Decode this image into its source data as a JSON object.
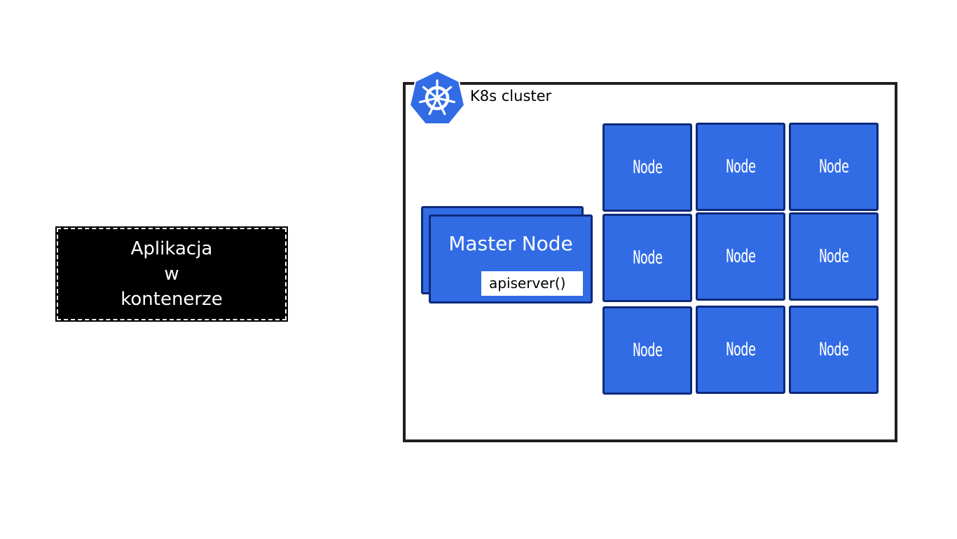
{
  "app_box": {
    "lines": [
      "Aplikacja",
      "w",
      "kontenerze"
    ]
  },
  "cluster": {
    "label": "K8s cluster",
    "logo_icon": "kubernetes-helm-wheel-icon",
    "master": {
      "title": "Master Node",
      "component": "apiserver()"
    },
    "nodes": [
      {
        "label": "Node"
      },
      {
        "label": "Node"
      },
      {
        "label": "Node"
      },
      {
        "label": "Node"
      },
      {
        "label": "Node"
      },
      {
        "label": "Node"
      },
      {
        "label": "Node"
      },
      {
        "label": "Node"
      },
      {
        "label": "Node"
      }
    ]
  },
  "colors": {
    "node_fill": "#326ce5",
    "node_border": "#0c2a7a",
    "frame": "#231f20",
    "app_box_fill": "#000000"
  }
}
